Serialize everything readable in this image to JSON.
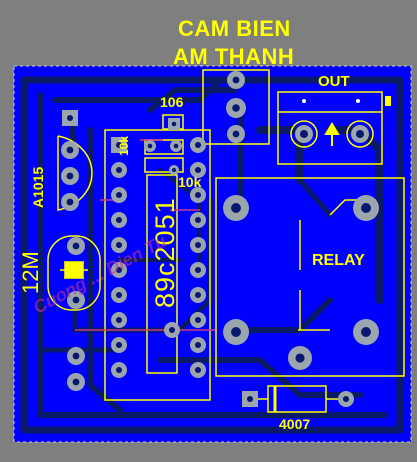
{
  "title": {
    "line1": "CAM BIEN",
    "line2": "AM THANH"
  },
  "labels": {
    "out": "OUT",
    "cap": "106",
    "res1": "10k",
    "res2": "10k",
    "transistor": "A1015",
    "crystal": "12M",
    "mcu": "89c2051",
    "relay": "RELAY",
    "diode": "4007"
  },
  "watermark": "Cuong ... Dien Tu",
  "colors": {
    "background": "#7f7f7f",
    "board": "#0000ff",
    "copper": "#0a1a66",
    "copper_dark": "#00003a",
    "silkscreen": "#ffff00",
    "pad": "#9aa5ad",
    "pad_hole": "#08186e",
    "watermark": "#c83a8c"
  }
}
